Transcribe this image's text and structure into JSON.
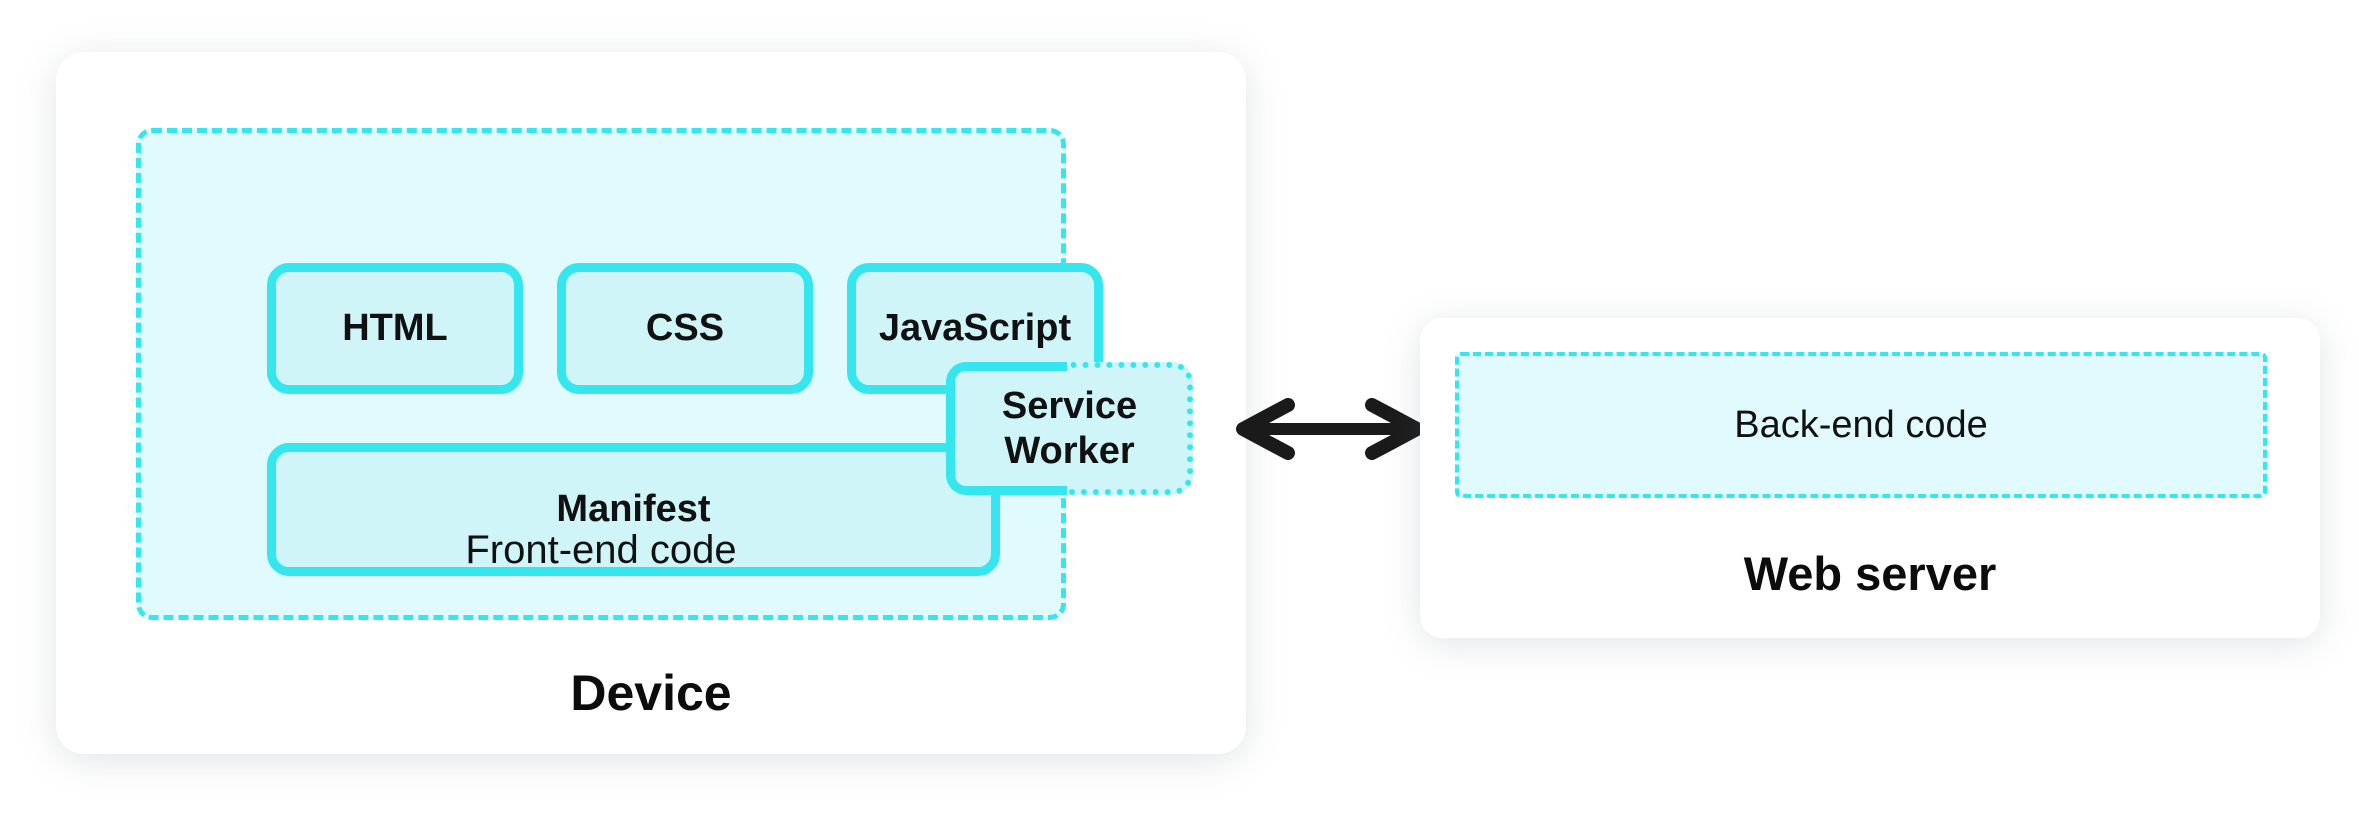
{
  "colors": {
    "accent_cyan": "#35e6ee",
    "box_fill": "#d0f5f9",
    "group_fill": "#e1fafd",
    "card_fill": "#ffffff",
    "arrow_color": "#1a1a1a",
    "text_color": "#111111"
  },
  "device": {
    "label": "Device",
    "frontend_group": {
      "label": "Front-end code",
      "boxes": [
        {
          "label": "HTML"
        },
        {
          "label": "CSS"
        },
        {
          "label": "JavaScript"
        }
      ],
      "manifest": {
        "label": "Manifest"
      },
      "service_worker": {
        "label": "Service Worker"
      }
    }
  },
  "connection": {
    "icon": "double-headed-arrow"
  },
  "web_server": {
    "label": "Web server",
    "backend_box": {
      "label": "Back-end code"
    }
  }
}
